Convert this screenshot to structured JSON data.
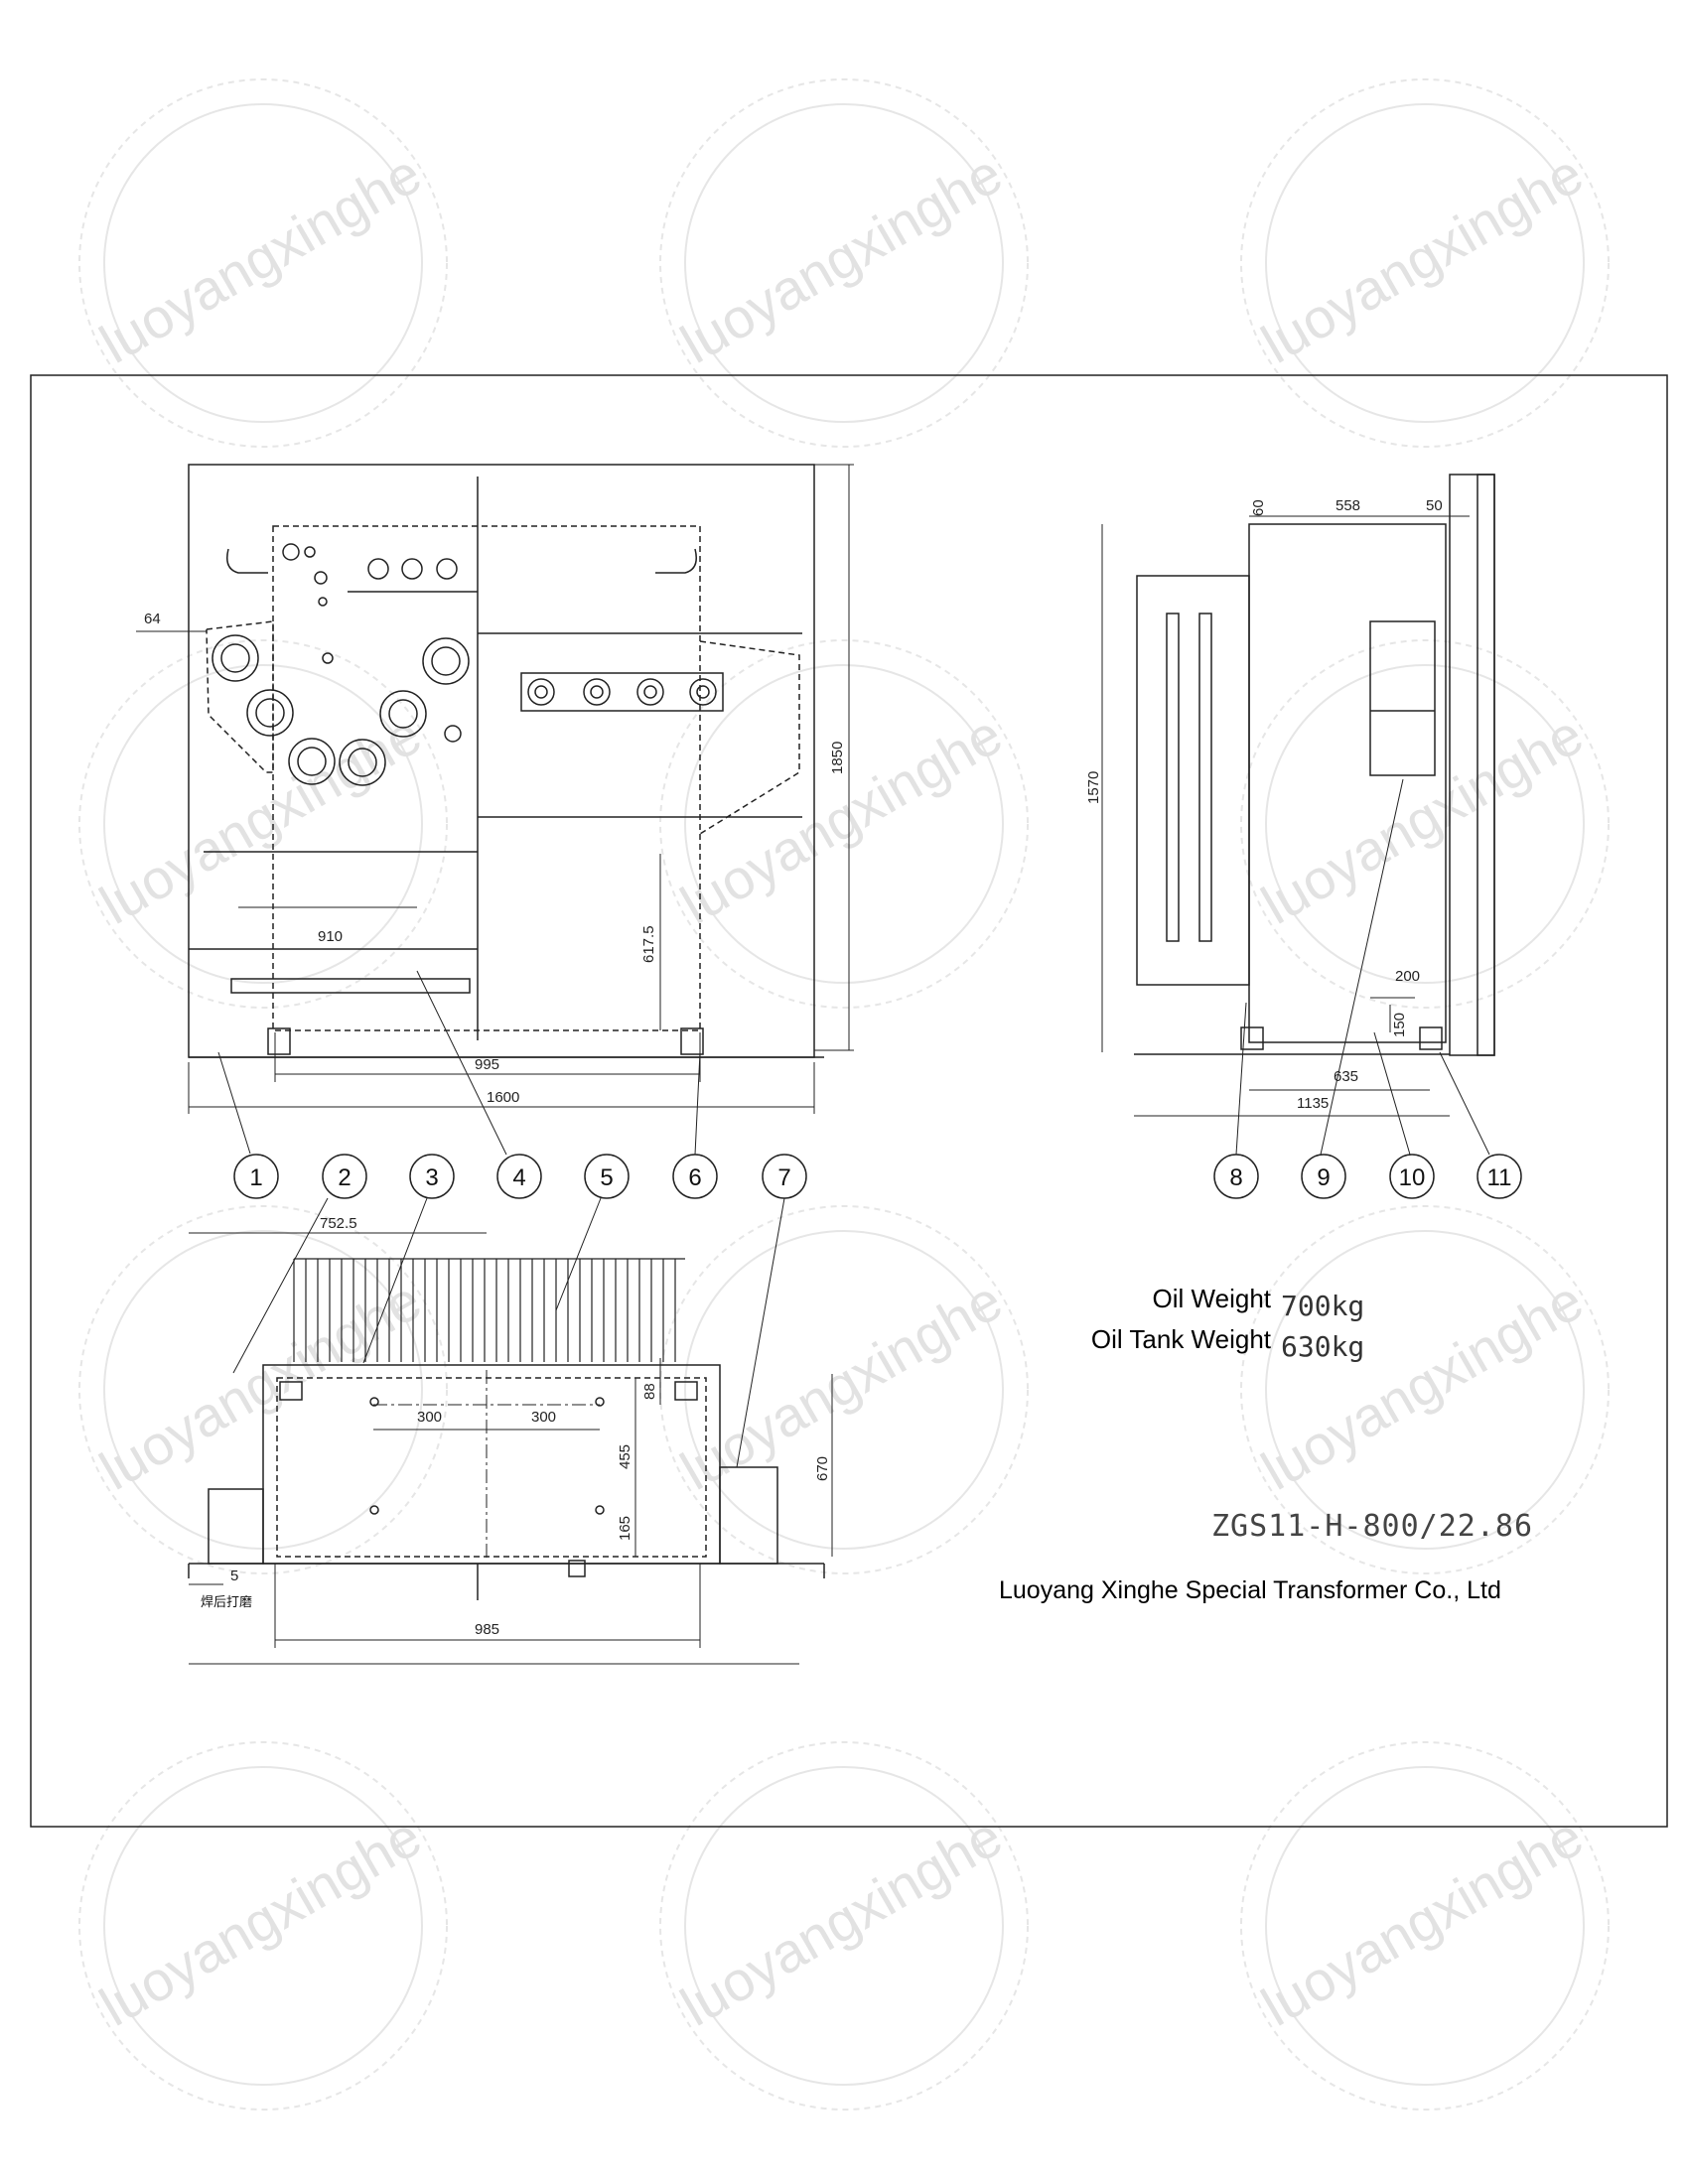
{
  "watermark": {
    "text": "luoyangxinghe"
  },
  "front_view": {
    "dims": {
      "d64": "64",
      "d1850": "1850",
      "d910": "910",
      "d617": "617.5",
      "d995": "995",
      "d1600": "1600"
    }
  },
  "side_view": {
    "dims": {
      "d60": "60",
      "d558": "558",
      "d50": "50",
      "d1570": "1570",
      "d200": "200",
      "d150": "150",
      "d635": "635",
      "d1135": "1135"
    }
  },
  "top_view": {
    "dims": {
      "d752": "752.5",
      "d300a": "300",
      "d300b": "300",
      "d88": "88",
      "d670": "670",
      "d455": "455",
      "d165": "165",
      "d5": "5",
      "d985": "985"
    },
    "note": "焊后打磨"
  },
  "balloons": [
    "1",
    "2",
    "3",
    "4",
    "5",
    "6",
    "7",
    "8",
    "9",
    "10",
    "11"
  ],
  "info": {
    "oil_weight_label": "Oil Weight",
    "oil_weight_value": "700kg",
    "tank_weight_label": "Oil Tank Weight",
    "tank_weight_value": "630kg",
    "model": "ZGS11-H-800/22.86",
    "company": "Luoyang Xinghe Special Transformer Co., Ltd"
  }
}
